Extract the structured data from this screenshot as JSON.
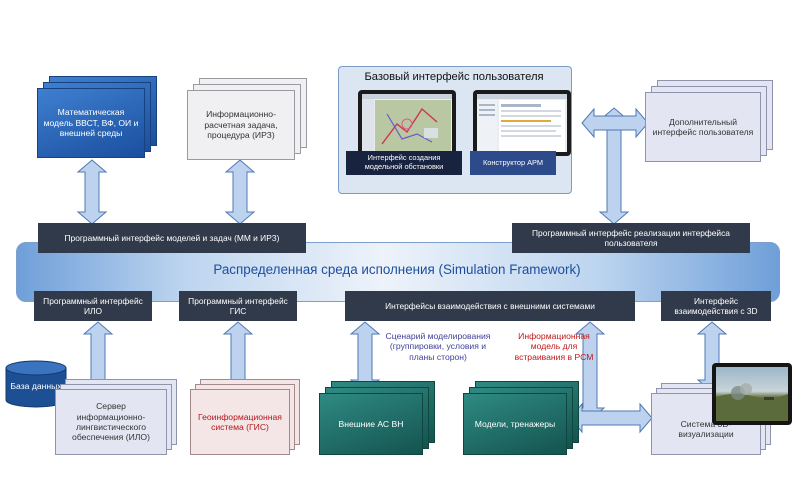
{
  "colors": {
    "accent_blue": "#1d4e9e",
    "dark_bar": "#313a4a",
    "arrow_fill": "#bcd2ee",
    "arrow_stroke": "#4f78b3",
    "note_blue": "#3f3f9c",
    "note_red": "#c01919"
  },
  "framework": {
    "title": "Распределенная среда исполнения (Simulation Framework)"
  },
  "top": {
    "math_model": "Математическая модель ВВСТ, ВФ, ОИ и внешней среды",
    "irz": "Информационно-расчетная задача, процедура (ИРЗ)",
    "additional_ui": "Дополнительный интерфейс пользователя"
  },
  "base_ui": {
    "title": "Базовый интерфейс пользователя",
    "left_caption": "Интерфейс создания модельной обстановки",
    "right_caption": "Конструктор АРМ"
  },
  "bars": {
    "api_models": "Программный интерфейс моделей и задач (ММ и ИРЗ)",
    "api_ui": "Программный интерфейс реализации интерфейса пользователя",
    "api_ilo": "Программный интерфейс ИЛО",
    "api_gis": "Программный интерфейс ГИС",
    "ext_systems": "Интерфейсы взаимодействия с внешними системами",
    "iface_3d": "Интерфейс взаимодействия с 3D"
  },
  "bottom": {
    "database": "База данных",
    "ilo_server": "Сервер информационно-лингвистического обеспечения (ИЛО)",
    "gis_system": "Геоинформационная система (ГИС)",
    "ext_as": "Внешние АС ВН",
    "trainers": "Модели, тренажеры",
    "viz3d": "Система 3D-визуализации"
  },
  "notes": {
    "scenario": "Сценарий моделирования (группировки, условия и планы сторон)",
    "info_model": "Информационная модель для встраивания в РСМ"
  },
  "icons": {
    "database": "database-cylinder-icon",
    "monitor": "monitor-screenshot-icon",
    "photo": "3d-terrain-screen-icon"
  }
}
